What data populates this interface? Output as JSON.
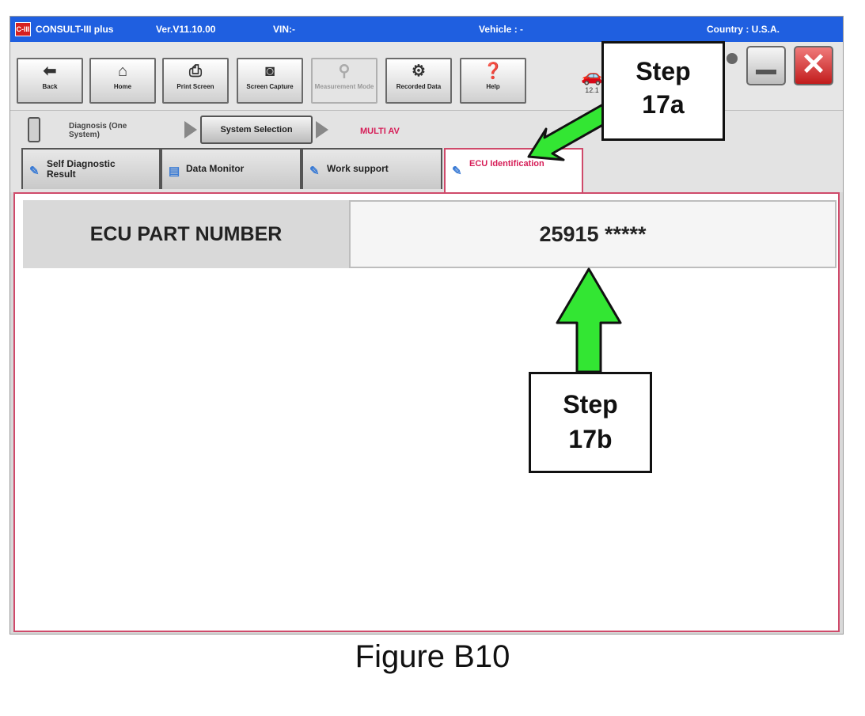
{
  "titlebar": {
    "logo": "C-III",
    "app": "CONSULT-III plus",
    "version": "Ver.V11.10.00",
    "vin": "VIN:-",
    "vehicle": "Vehicle : -",
    "country": "Country : U.S.A."
  },
  "toolbar": {
    "back": "Back",
    "home": "Home",
    "print_screen": "Print Screen",
    "screen_capture": "Screen Capture",
    "measurement_mode": "Measurement Mode",
    "recorded_data": "Recorded Data",
    "help": "Help",
    "battery": "12.1"
  },
  "nav": {
    "diagnosis": "Diagnosis (One System)",
    "system_selection": "System Selection",
    "current": "MULTI AV"
  },
  "tabs": [
    {
      "label": "Self Diagnostic Result"
    },
    {
      "label": "Data Monitor"
    },
    {
      "label": "Work support"
    },
    {
      "label": "ECU Identification"
    }
  ],
  "ecu": {
    "label": "ECU PART NUMBER",
    "value": "25915 *****"
  },
  "callouts": {
    "step_a_line1": "Step",
    "step_a_line2": "17a",
    "step_b_line1": "Step",
    "step_b_line2": "17b"
  },
  "caption": "Figure B10",
  "colors": {
    "titlebar": "#1f5fe0",
    "accent": "#d61d57",
    "arrow": "#33e633"
  }
}
